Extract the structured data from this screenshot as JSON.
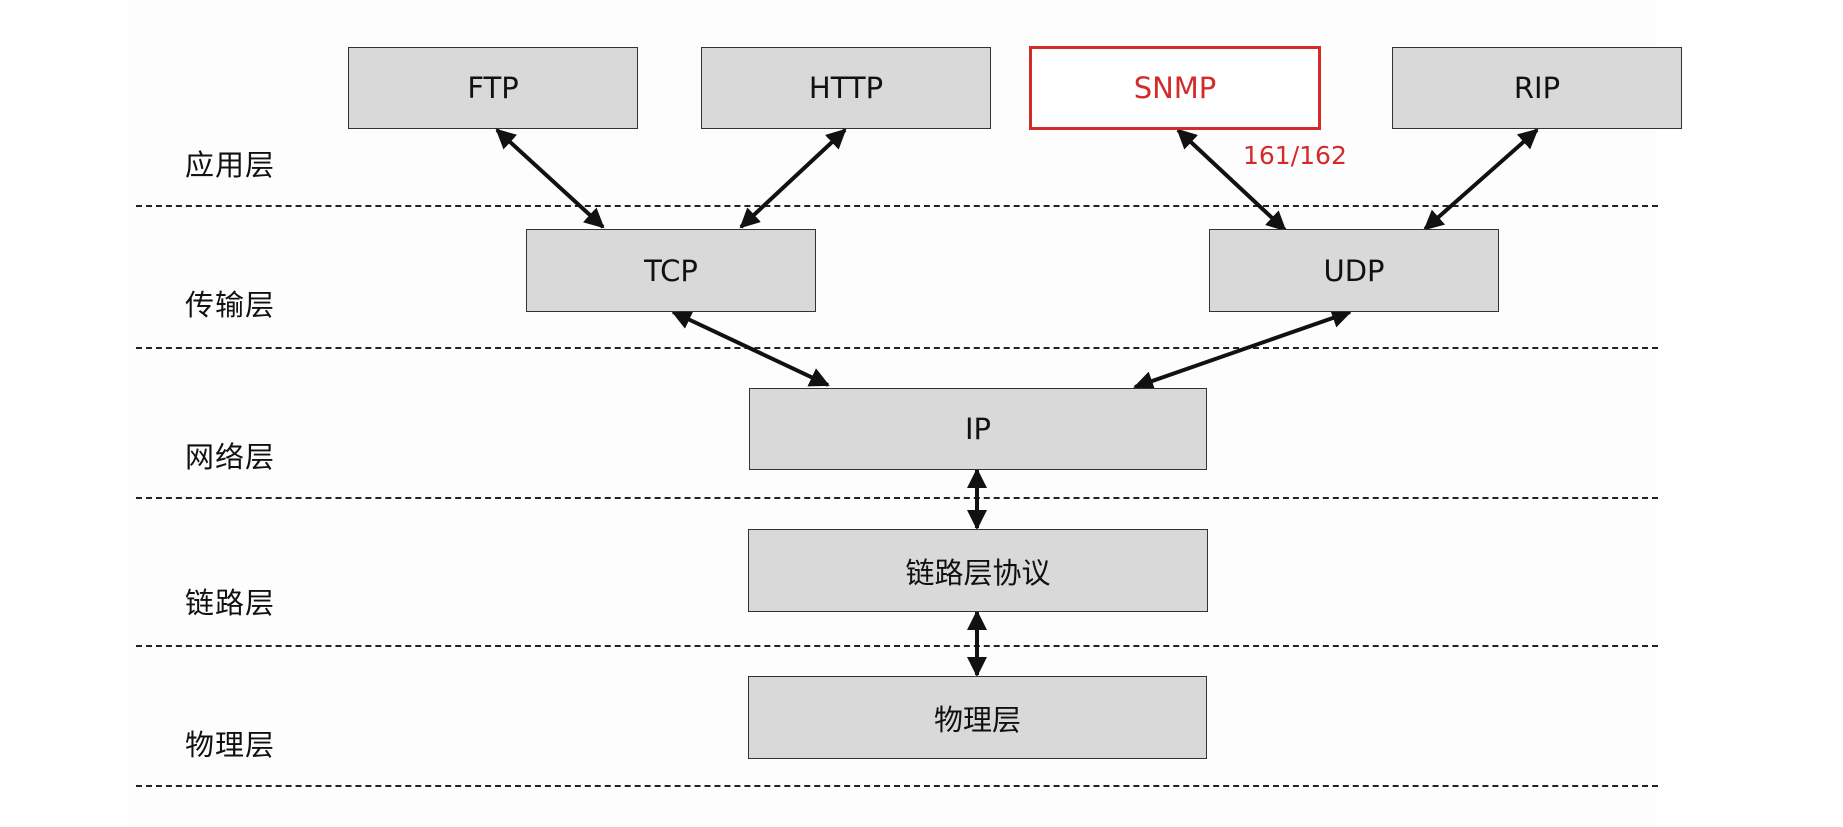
{
  "layers": {
    "application": "应用层",
    "transport": "传输层",
    "network": "网络层",
    "link": "链路层",
    "physical": "物理层"
  },
  "protocols": {
    "ftp": "FTP",
    "http": "HTTP",
    "snmp": "SNMP",
    "rip": "RIP",
    "tcp": "TCP",
    "udp": "UDP",
    "ip": "IP",
    "link_protocol": "链路层协议",
    "physical_layer": "物理层"
  },
  "annotations": {
    "snmp_ports": "161/162"
  },
  "colors": {
    "highlight": "#d42a2a",
    "box_fill": "#d9d9d9"
  }
}
